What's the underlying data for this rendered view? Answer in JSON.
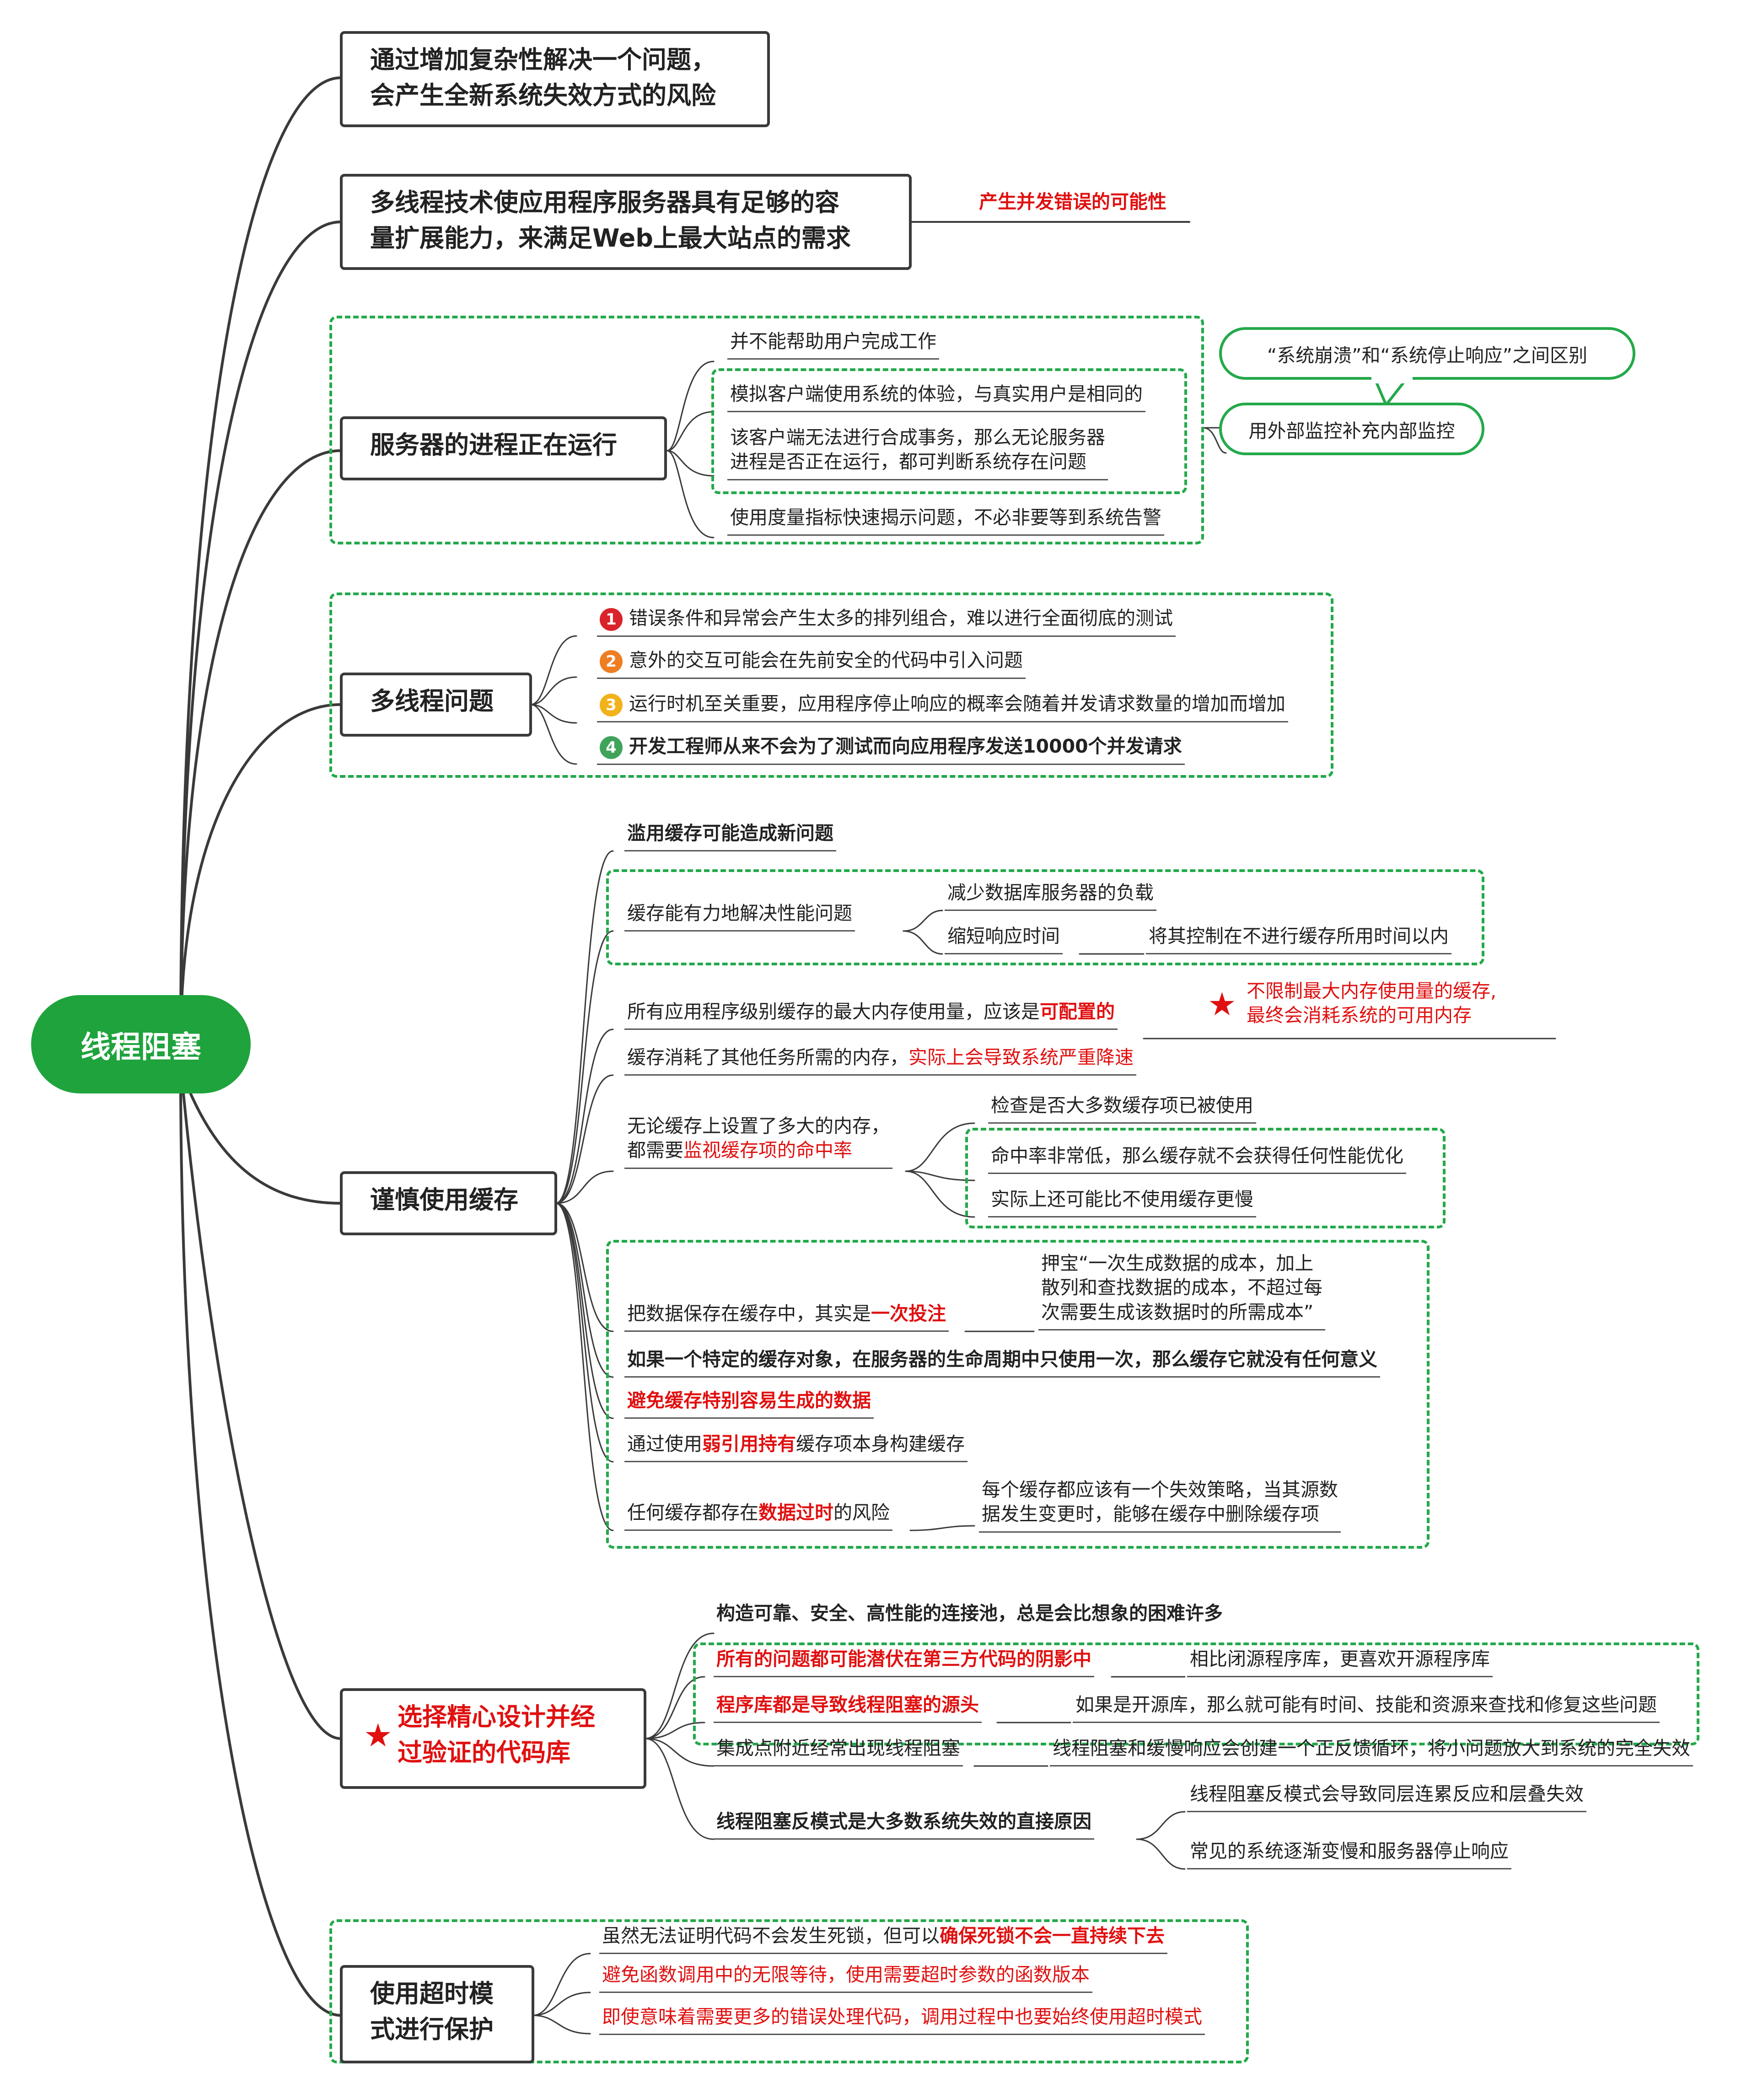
{
  "root": {
    "label": "线程阻塞"
  },
  "colors": {
    "accent_green": "#1fa33d",
    "emphasis_red": "#e01010",
    "dashed_group": "#23a94a"
  },
  "branches": {
    "b1": {
      "line1": "通过增加复杂性解决一个问题，",
      "line2": "会产生全新系统失效方式的风险"
    },
    "b2": {
      "line1": "多线程技术使应用程序服务器具有足够的容",
      "line2": "量扩展能力，来满足Web上最大站点的需求",
      "note": "产生并发错误的可能性"
    },
    "b3": {
      "label": "服务器的进程正在运行",
      "leaf1": "并不能帮助用户完成工作",
      "leaf2": "模拟客户端使用系统的体验，与真实用户是相同的",
      "leaf3_l1": "该客户端无法进行合成事务，那么无论服务器",
      "leaf3_l2": "进程是否正在运行，都可判断系统存在问题",
      "leaf4": "使用度量指标快速揭示问题，不必非要等到系统告警",
      "bubble1": "“系统崩溃”和“系统停止响应”之间区别",
      "bubble2": "用外部监控补充内部监控"
    },
    "b4": {
      "label": "多线程问题",
      "items": [
        {
          "num": "1",
          "text": "错误条件和异常会产生太多的排列组合，难以进行全面彻底的测试",
          "color": "#d9242b"
        },
        {
          "num": "2",
          "text": "意外的交互可能会在先前安全的代码中引入问题",
          "color": "#ef7d22"
        },
        {
          "num": "3",
          "text": "运行时机至关重要，应用程序停止响应的概率会随着并发请求数量的增加而增加",
          "color": "#f2b21b"
        },
        {
          "num": "4",
          "text": "开发工程师从来不会为了测试而向应用程序发送10000个并发请求",
          "color": "#3fa35a"
        }
      ]
    },
    "b5": {
      "label": "谨慎使用缓存",
      "c1": "滥用缓存可能造成新问题",
      "c2": "缓存能有力地解决性能问题",
      "c2a": "减少数据库服务器的负载",
      "c2b": "缩短响应时间",
      "c2b1": "将其控制在不进行缓存所用时间以内",
      "c3_pre": "所有应用程序级别缓存的最大内存使用量，应该是",
      "c3_em": "可配置的",
      "c3_note1": "不限制最大内存使用量的缓存,",
      "c3_note2": "最终会消耗系统的可用内存",
      "c4_pre": "缓存消耗了其他任务所需的内存，",
      "c4_em": "实际上会导致系统严重降速",
      "c5_l1": "无论缓存上设置了多大的内存，",
      "c5_pre": "都需要",
      "c5_em": "监视缓存项的命中率",
      "c5a": "检查是否大多数缓存项已被使用",
      "c5b": "命中率非常低，那么缓存就不会获得任何性能优化",
      "c5c": "实际上还可能比不使用缓存更慢",
      "c6_pre": "把数据保存在缓存中，其实是",
      "c6_em": "一次投注",
      "c6a_l1": "押宝“一次生成数据的成本，加上",
      "c6a_l2": "散列和查找数据的成本，不超过每",
      "c6a_l3": "次需要生成该数据时的所需成本”",
      "c7": "如果一个特定的缓存对象，在服务器的生命周期中只使用一次，那么缓存它就没有任何意义",
      "c8": "避免缓存特别容易生成的数据",
      "c9_pre": "通过使用",
      "c9_em": "弱引用持有",
      "c9_post": "缓存项本身构建缓存",
      "c10_pre": "任何缓存都存在",
      "c10_em": "数据过时",
      "c10_post": "的风险",
      "c10a_l1": "每个缓存都应该有一个失效策略，当其源数",
      "c10a_l2": "据发生变更时，能够在缓存中删除缓存项"
    },
    "b6": {
      "line1": "选择精心设计并经",
      "line2": "过验证的代码库",
      "d1": "构造可靠、安全、高性能的连接池，总是会比想象的困难许多",
      "d2": "所有的问题都可能潜伏在第三方代码的阴影中",
      "d2a": "相比闭源程序库，更喜欢开源程序库",
      "d3": "程序库都是导致线程阻塞的源头",
      "d3a": "如果是开源库，那么就可能有时间、技能和资源来查找和修复这些问题",
      "d4": "集成点附近经常出现线程阻塞",
      "d4a": "线程阻塞和缓慢响应会创建一个正反馈循环，将小问题放大到系统的完全失效",
      "d5": "线程阻塞反模式是大多数系统失效的直接原因",
      "d5a": "线程阻塞反模式会导致同层连累反应和层叠失效",
      "d5b": "常见的系统逐渐变慢和服务器停止响应"
    },
    "b7": {
      "line1": "使用超时模",
      "line2": "式进行保护",
      "e1_pre": "虽然无法证明代码不会发生死锁，但可以",
      "e1_em": "确保死锁不会一直持续下去",
      "e2": "避免函数调用中的无限等待，使用需要超时参数的函数版本",
      "e3": "即使意味着需要更多的错误处理代码，调用过程中也要始终使用超时模式"
    }
  }
}
